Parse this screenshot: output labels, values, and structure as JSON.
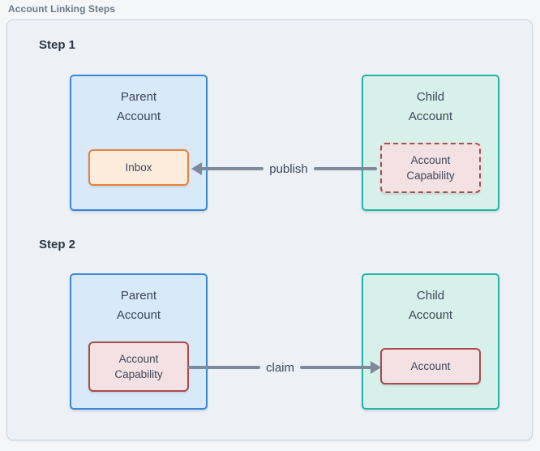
{
  "panel": {
    "title": "Account Linking Steps"
  },
  "colors": {
    "container_bg": "#edf1f5",
    "container_border": "#ccd5dd",
    "parent_fill": "#d8e9f9",
    "parent_border": "#3787da",
    "child_fill": "#d7f0ea",
    "child_border": "#22b5a2",
    "inbox_fill": "#fdecdc",
    "inbox_border": "#e5833e",
    "capability_fill": "#f3e1e3",
    "capability_border": "#ac4b4b",
    "arrow": "#7d8a9b",
    "text": "#3d4759",
    "step_label": "#2a3442",
    "panel_title": "#6b7888"
  },
  "steps": [
    {
      "label": "Step 1",
      "parent": {
        "title": "Parent\nAccount",
        "node_label": "Inbox"
      },
      "child": {
        "title": "Child\nAccount",
        "node_label": "Account\nCapability"
      },
      "arrow_label": "publish",
      "arrow_direction": "left"
    },
    {
      "label": "Step 2",
      "parent": {
        "title": "Parent\nAccount",
        "node_label": "Account\nCapability"
      },
      "child": {
        "title": "Child\nAccount",
        "node_label": "Account"
      },
      "arrow_label": "claim",
      "arrow_direction": "right"
    }
  ]
}
